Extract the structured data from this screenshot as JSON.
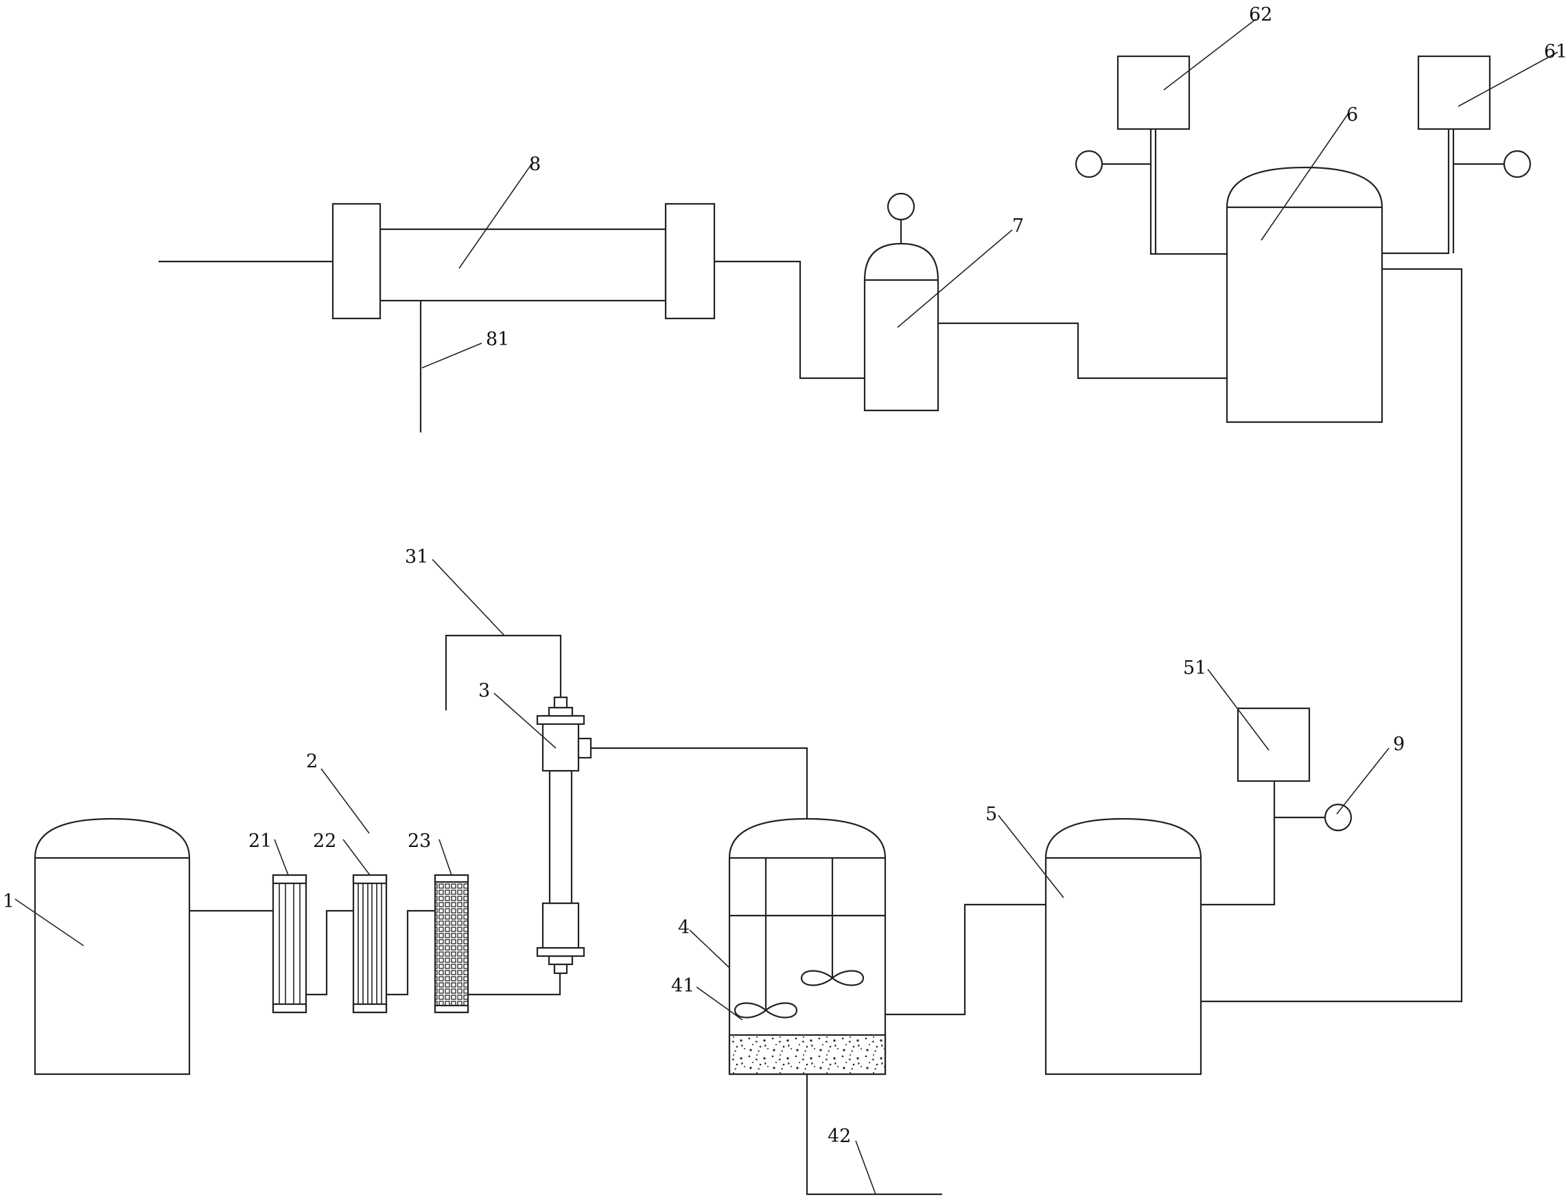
{
  "diagram": {
    "labels": {
      "l1": "1",
      "l2": "2",
      "l21": "21",
      "l22": "22",
      "l23": "23",
      "l3": "3",
      "l31": "31",
      "l4": "4",
      "l41": "41",
      "l42": "42",
      "l5": "5",
      "l51": "51",
      "l6": "6",
      "l61": "61",
      "l62": "62",
      "l7": "7",
      "l8": "8",
      "l81": "81",
      "l9": "9"
    }
  }
}
